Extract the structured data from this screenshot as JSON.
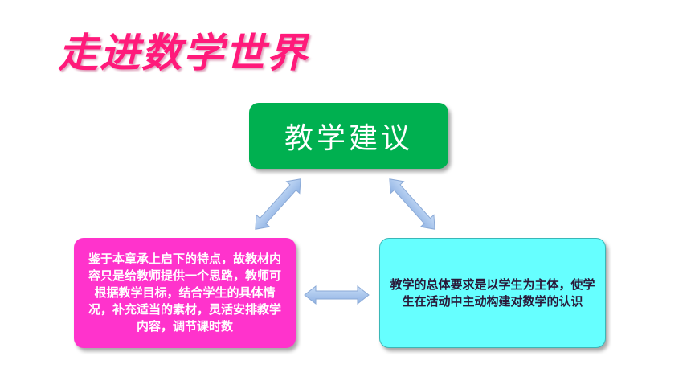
{
  "title": "走进数学世界",
  "nodes": {
    "top": "教学建议",
    "left": "鉴于本章承上启下的特点，故教材内容只是给教师提供一个思路，教师可根据教学目标，结合学生的具体情况，补充适当的素材，灵活安排教学内容，调节课时数",
    "right": "教学的总体要求是以学生为主体，使学生在活动中主动构建对数学的认识"
  },
  "colors": {
    "title": "#ff1a7a",
    "top_box": "#00b050",
    "left_box": "#ff33cc",
    "right_box": "#66ffff",
    "arrow": "#a9c4ec"
  }
}
